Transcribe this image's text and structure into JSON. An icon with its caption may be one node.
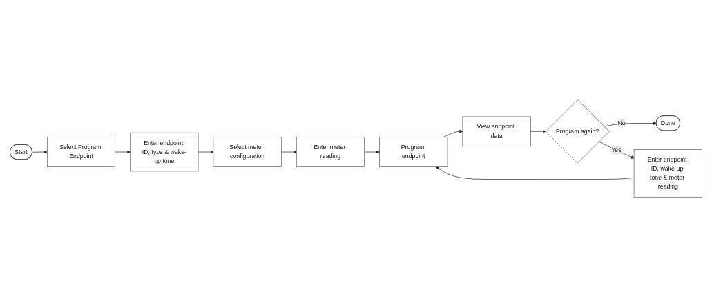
{
  "diagram": {
    "nodes": [
      {
        "text": [
          "Start"
        ]
      },
      {
        "text": [
          "Select Program Endpoint"
        ]
      },
      {
        "text": [
          "Enter endpoint ID, type & wake-up tone"
        ]
      },
      {
        "text": [
          "Select meter configuration"
        ]
      },
      {
        "text": [
          "Enter meter reading"
        ]
      },
      {
        "text": [
          "Program endpoint"
        ]
      },
      {
        "text": [
          "View endpoint data"
        ]
      },
      {
        "text": [
          "Program again?"
        ]
      },
      {
        "text": [
          "Done"
        ]
      },
      {
        "text": [
          "Enter endpoint ID, wake-up tone & meter reading"
        ]
      }
    ],
    "edges": [
      {
        "from": 0,
        "to": 1,
        "arrow": "to"
      },
      {
        "from": 1,
        "to": 2,
        "arrow": "to"
      },
      {
        "from": 2,
        "to": 3,
        "arrow": "to"
      },
      {
        "from": 3,
        "to": 4,
        "arrow": "to"
      },
      {
        "from": 4,
        "to": 5,
        "arrow": "to"
      },
      {
        "from": 5,
        "to": 6,
        "arrow": "to"
      },
      {
        "from": 6,
        "to": 7,
        "arrow": "to"
      },
      {
        "from": 7,
        "to": 8,
        "label": "No",
        "arrow": "to"
      },
      {
        "from": 7,
        "to": 9,
        "label": "Yes",
        "arrow": "to"
      },
      {
        "from": 9,
        "to": 5,
        "arrow": "to"
      }
    ]
  }
}
